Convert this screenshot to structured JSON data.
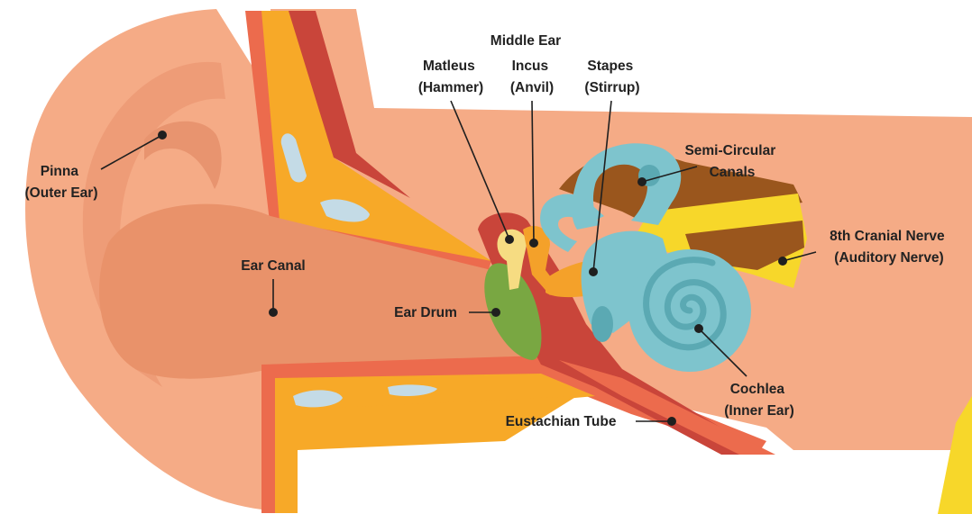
{
  "colors": {
    "skin": "#f5ab86",
    "skin_dark": "#ee9c77",
    "skin_shadow": "#e8946f",
    "canal": "#e9926a",
    "red_layer": "#ec6b4d",
    "bone_orange": "#f7a928",
    "bone_light": "#c4dbe6",
    "dark_red": "#c9453a",
    "drum_green": "#79a742",
    "ossicle_light": "#f6dc82",
    "ossicle_orange": "#f4a12a",
    "inner_blue": "#7ec4cd",
    "inner_blue_dark": "#5ba9b3",
    "nerve_brown": "#9a561d",
    "nerve_yellow": "#f7d72a",
    "label_text": "#222222",
    "leader_line": "#1f1f1f"
  },
  "labels": {
    "pinna": [
      "Pinna",
      "(Outer Ear)"
    ],
    "ear_canal": "Ear Canal",
    "ear_drum": "Ear Drum",
    "middle_ear": "Middle Ear",
    "malleus": [
      "Matleus",
      "(Hammer)"
    ],
    "incus": [
      "Incus",
      "(Anvil)"
    ],
    "stapes": [
      "Stapes",
      "(Stirrup)"
    ],
    "semicircular": [
      "Semi-Circular",
      "Canals"
    ],
    "nerve": [
      "8th Cranial Nerve",
      "(Auditory Nerve)"
    ],
    "cochlea": [
      "Cochlea",
      "(Inner Ear)"
    ],
    "eustachian": "Eustachian Tube"
  }
}
